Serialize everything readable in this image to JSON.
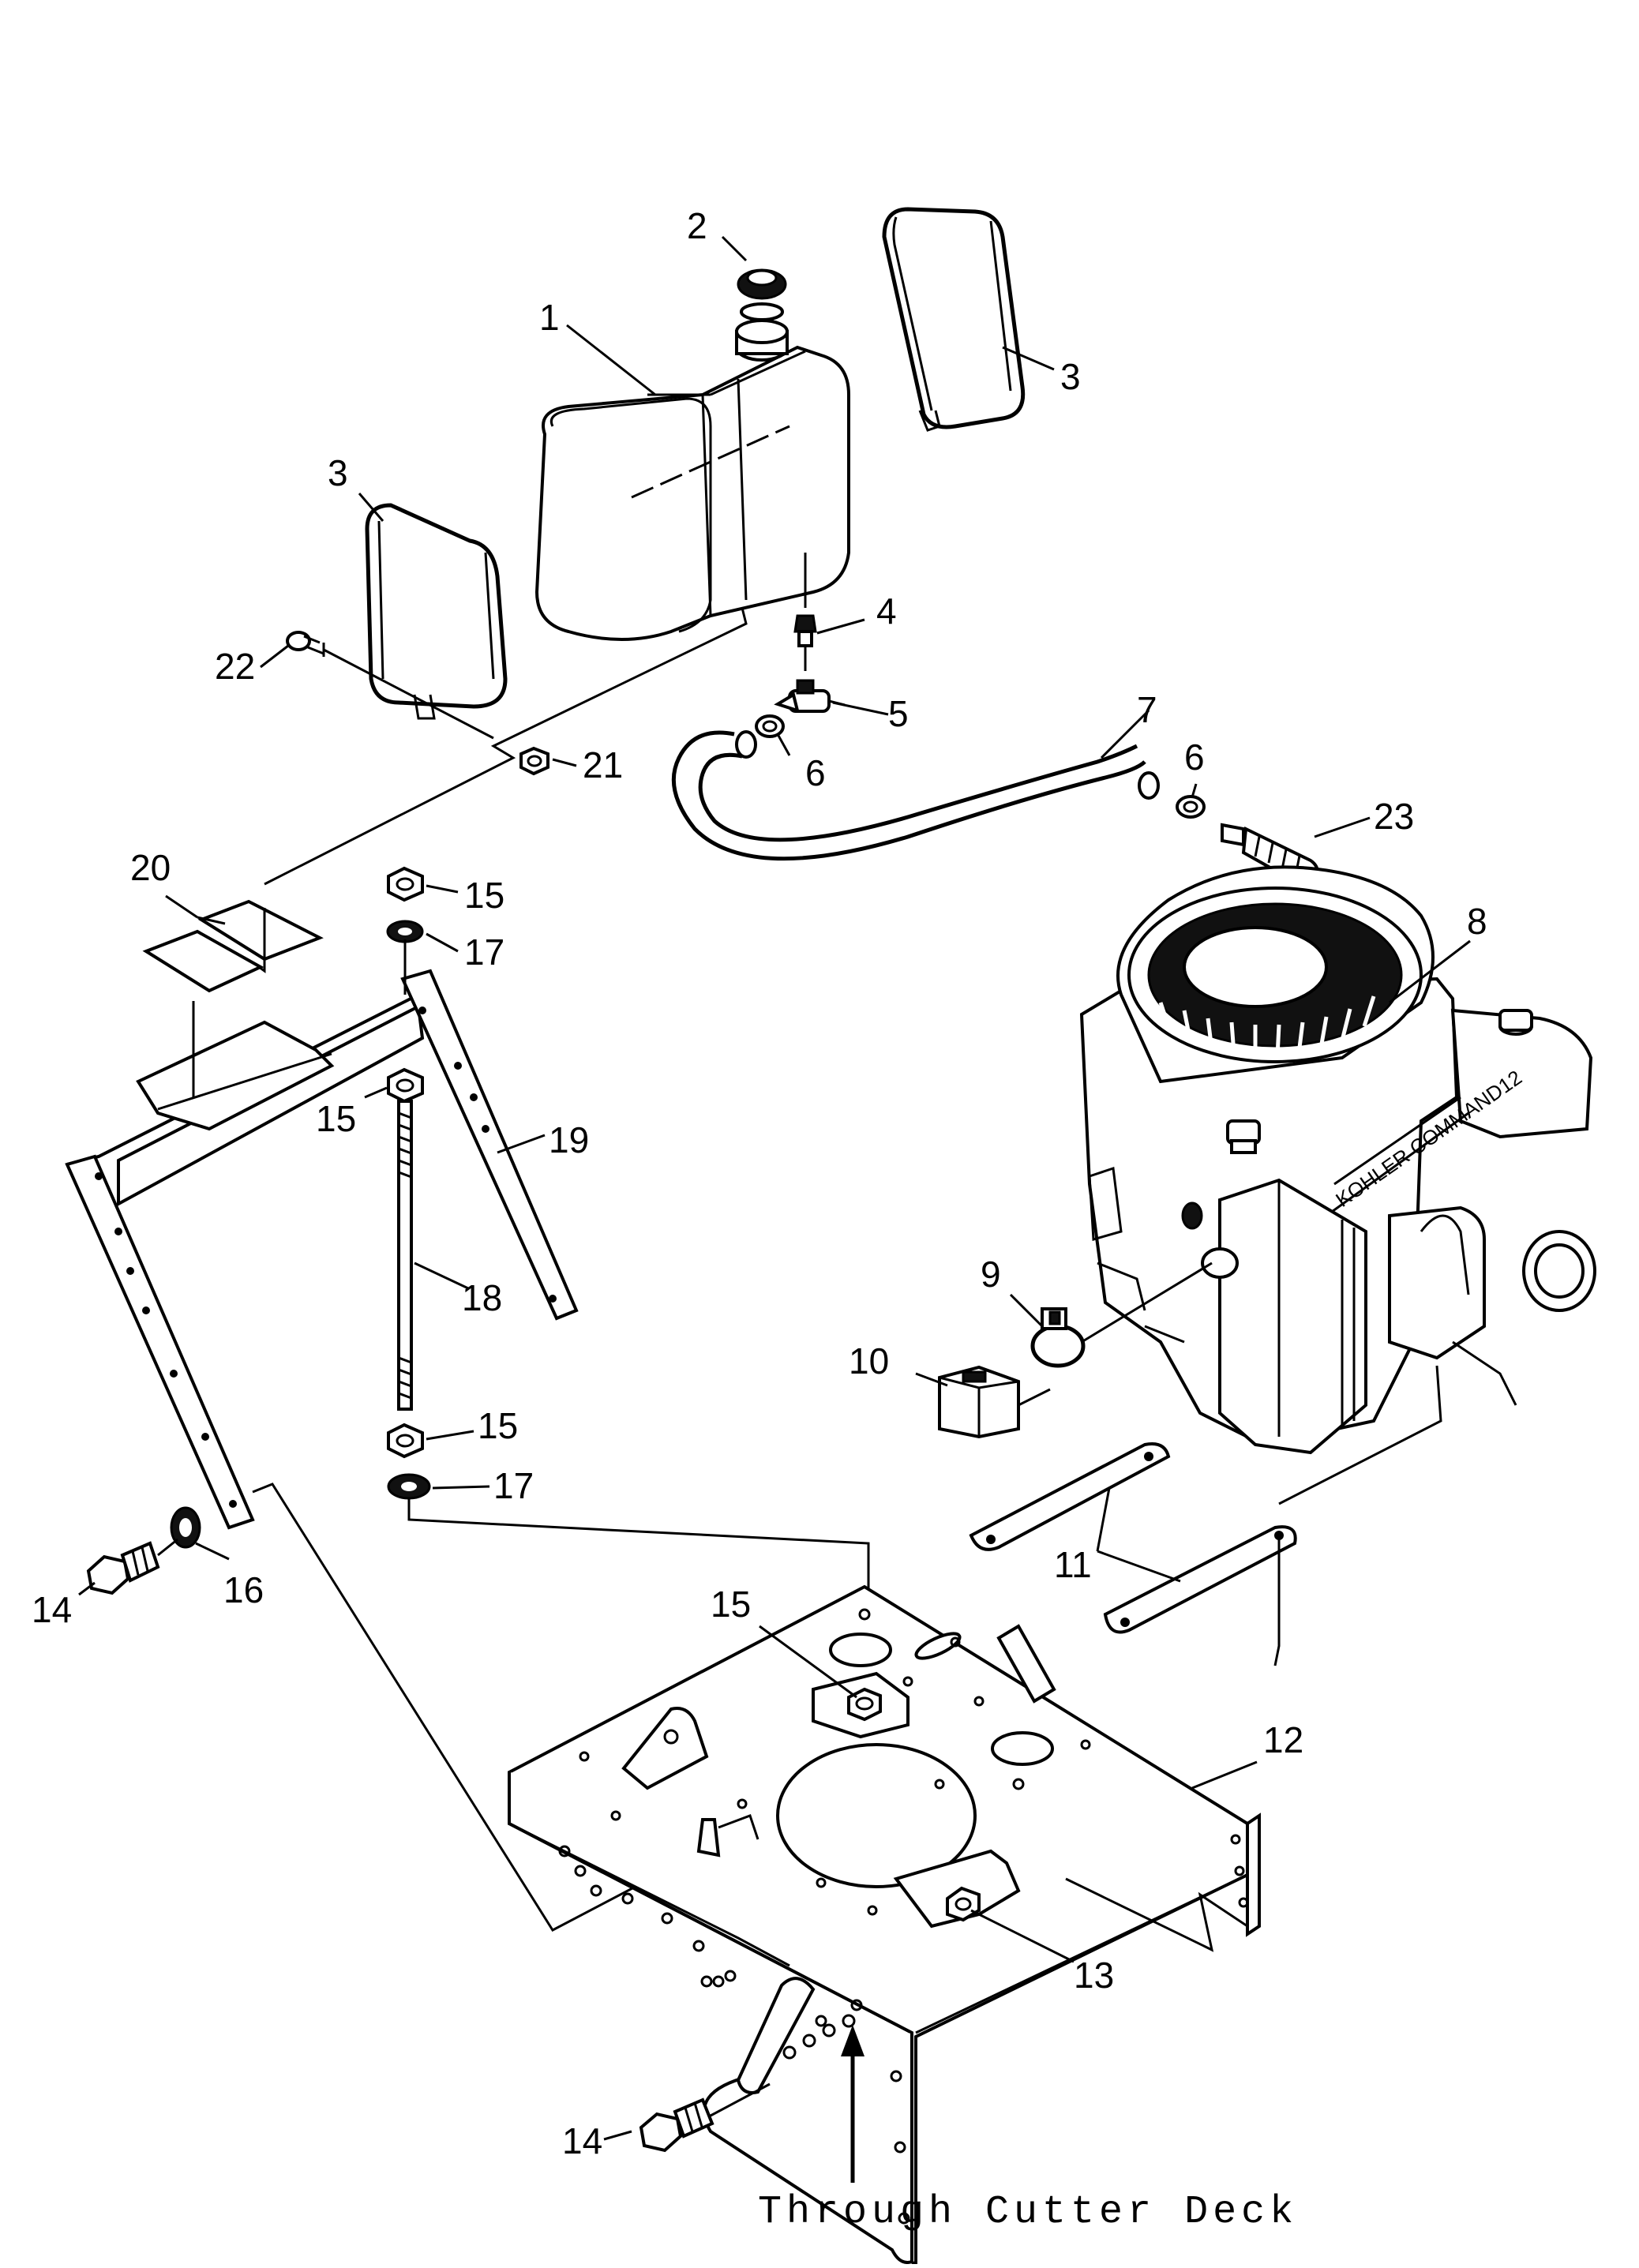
{
  "diagram": {
    "caption": "Through Cutter Deck",
    "engine_brand_text": "KOHLER COMMAND12",
    "callouts": [
      "1",
      "2",
      "3",
      "3",
      "4",
      "5",
      "6",
      "6",
      "7",
      "8",
      "9",
      "10",
      "11",
      "12",
      "13",
      "14",
      "14",
      "15",
      "15",
      "15",
      "15",
      "16",
      "17",
      "17",
      "18",
      "19",
      "20",
      "21",
      "22",
      "23"
    ]
  }
}
